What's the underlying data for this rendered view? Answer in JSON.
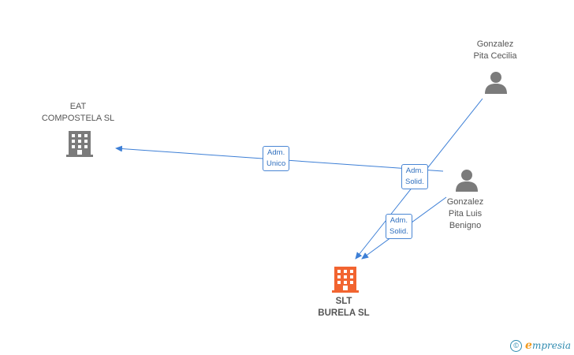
{
  "colors": {
    "edge": "#3d7fd6",
    "person_icon": "#7b7b7b",
    "company_icon": "#7b7b7b",
    "focus_company_icon": "#f26430",
    "label_text": "#555555"
  },
  "nodes": {
    "eat": {
      "line1": "EAT",
      "line2": "COMPOSTELA SL",
      "icon": "building-icon"
    },
    "slt": {
      "line1": "SLT",
      "line2": "BURELA  SL",
      "icon": "building-icon"
    },
    "cecilia": {
      "line1": "Gonzalez",
      "line2": "Pita Cecilia",
      "icon": "person-icon"
    },
    "luis": {
      "line1": "Gonzalez",
      "line2": "Pita Luis",
      "line3": "Benigno",
      "icon": "person-icon"
    }
  },
  "edge_labels": {
    "adm_unico": {
      "line1": "Adm.",
      "line2": "Unico"
    },
    "adm_solid_1": {
      "line1": "Adm.",
      "line2": "Solid."
    },
    "adm_solid_2": {
      "line1": "Adm.",
      "line2": "Solid."
    }
  },
  "footer": {
    "copyright": "©",
    "brand_first": "e",
    "brand_rest": "mpresia"
  }
}
